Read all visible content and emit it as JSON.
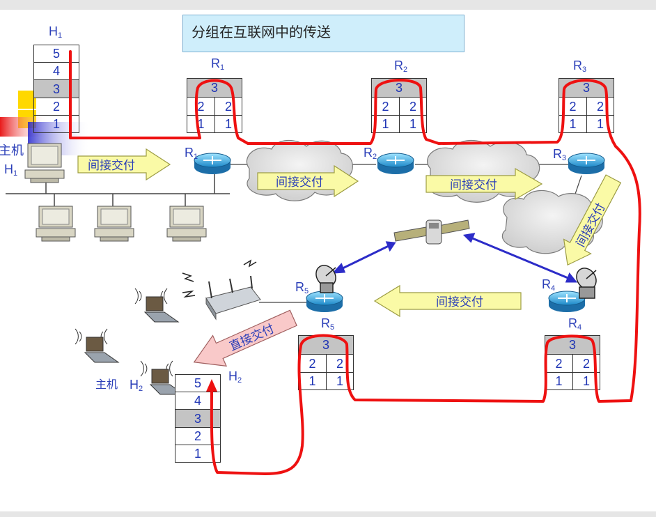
{
  "title": "分组在互联网中的传送",
  "hosts": {
    "h1_top_label": "H1",
    "h1_label": "H1",
    "h1_prefix": "主机",
    "h2_label": "H2",
    "h2_prefix": "主机",
    "h2_side_label": "H2"
  },
  "routers": [
    {
      "name": "R1",
      "top_label": "R1",
      "net_label": "R1"
    },
    {
      "name": "R2",
      "top_label": "R2",
      "net_label": "R2"
    },
    {
      "name": "R3",
      "top_label": "R3",
      "net_label": "R3"
    },
    {
      "name": "R4",
      "top_label": "R4",
      "net_label": "R4"
    },
    {
      "name": "R5",
      "top_label": "R5",
      "net_label": "R5"
    }
  ],
  "stack_layers": [
    "5",
    "4",
    "3",
    "2",
    "1"
  ],
  "router_layers": {
    "l3": "3",
    "l2": "2",
    "l1": "1"
  },
  "arrows": {
    "indirect": "间接交付",
    "direct": "直接交付"
  },
  "colors": {
    "path": "#ee1111",
    "arrow_fill": "#fafaa6",
    "arrow_stroke": "#9c9c44",
    "direct_fill": "#f9c9c9",
    "text_blue": "#2a3eb8",
    "title_bg": "#cfeefb",
    "layer3_grey": "#c4c4c4",
    "satellite_link": "#2c2cc8"
  },
  "icons": [
    "router-icon",
    "cloud-icon",
    "computer-icon",
    "laptop-icon",
    "satellite-icon",
    "satellite-dish-icon",
    "wireless-ap-icon"
  ]
}
